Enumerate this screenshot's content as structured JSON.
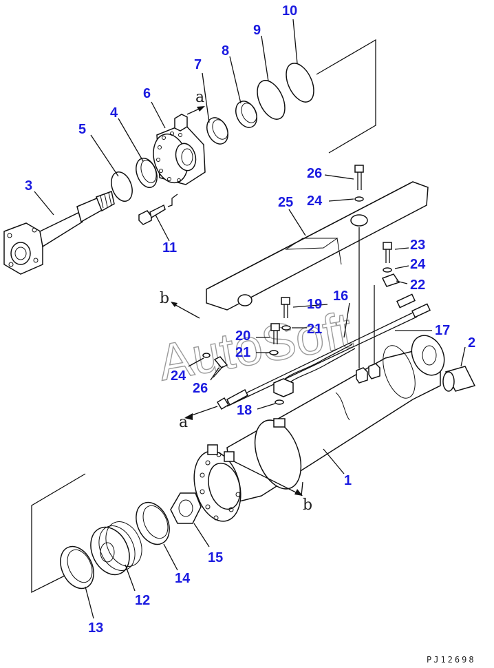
{
  "diagram": {
    "callouts": [
      {
        "id": "c1",
        "label": "1"
      },
      {
        "id": "c2",
        "label": "2"
      },
      {
        "id": "c3",
        "label": "3"
      },
      {
        "id": "c4",
        "label": "4"
      },
      {
        "id": "c5",
        "label": "5"
      },
      {
        "id": "c6",
        "label": "6"
      },
      {
        "id": "c7",
        "label": "7"
      },
      {
        "id": "c8",
        "label": "8"
      },
      {
        "id": "c9",
        "label": "9"
      },
      {
        "id": "c10",
        "label": "10"
      },
      {
        "id": "c11",
        "label": "11"
      },
      {
        "id": "c12",
        "label": "12"
      },
      {
        "id": "c13",
        "label": "13"
      },
      {
        "id": "c14",
        "label": "14"
      },
      {
        "id": "c15",
        "label": "15"
      },
      {
        "id": "c16",
        "label": "16"
      },
      {
        "id": "c17",
        "label": "17"
      },
      {
        "id": "c18",
        "label": "18"
      },
      {
        "id": "c19",
        "label": "19"
      },
      {
        "id": "c20",
        "label": "20"
      },
      {
        "id": "c21a",
        "label": "21"
      },
      {
        "id": "c21b",
        "label": "21"
      },
      {
        "id": "c22",
        "label": "22"
      },
      {
        "id": "c23",
        "label": "23"
      },
      {
        "id": "c24a",
        "label": "24"
      },
      {
        "id": "c24b",
        "label": "24"
      },
      {
        "id": "c24c",
        "label": "24"
      },
      {
        "id": "c25",
        "label": "25"
      },
      {
        "id": "c26a",
        "label": "26"
      },
      {
        "id": "c26b",
        "label": "26"
      }
    ],
    "refs": {
      "a1": "a",
      "a2": "a",
      "b1": "b",
      "b2": "b"
    },
    "watermark": "AutoSoft",
    "drawing_code": "PJ12698",
    "accent_color": "#1a1ae0"
  }
}
